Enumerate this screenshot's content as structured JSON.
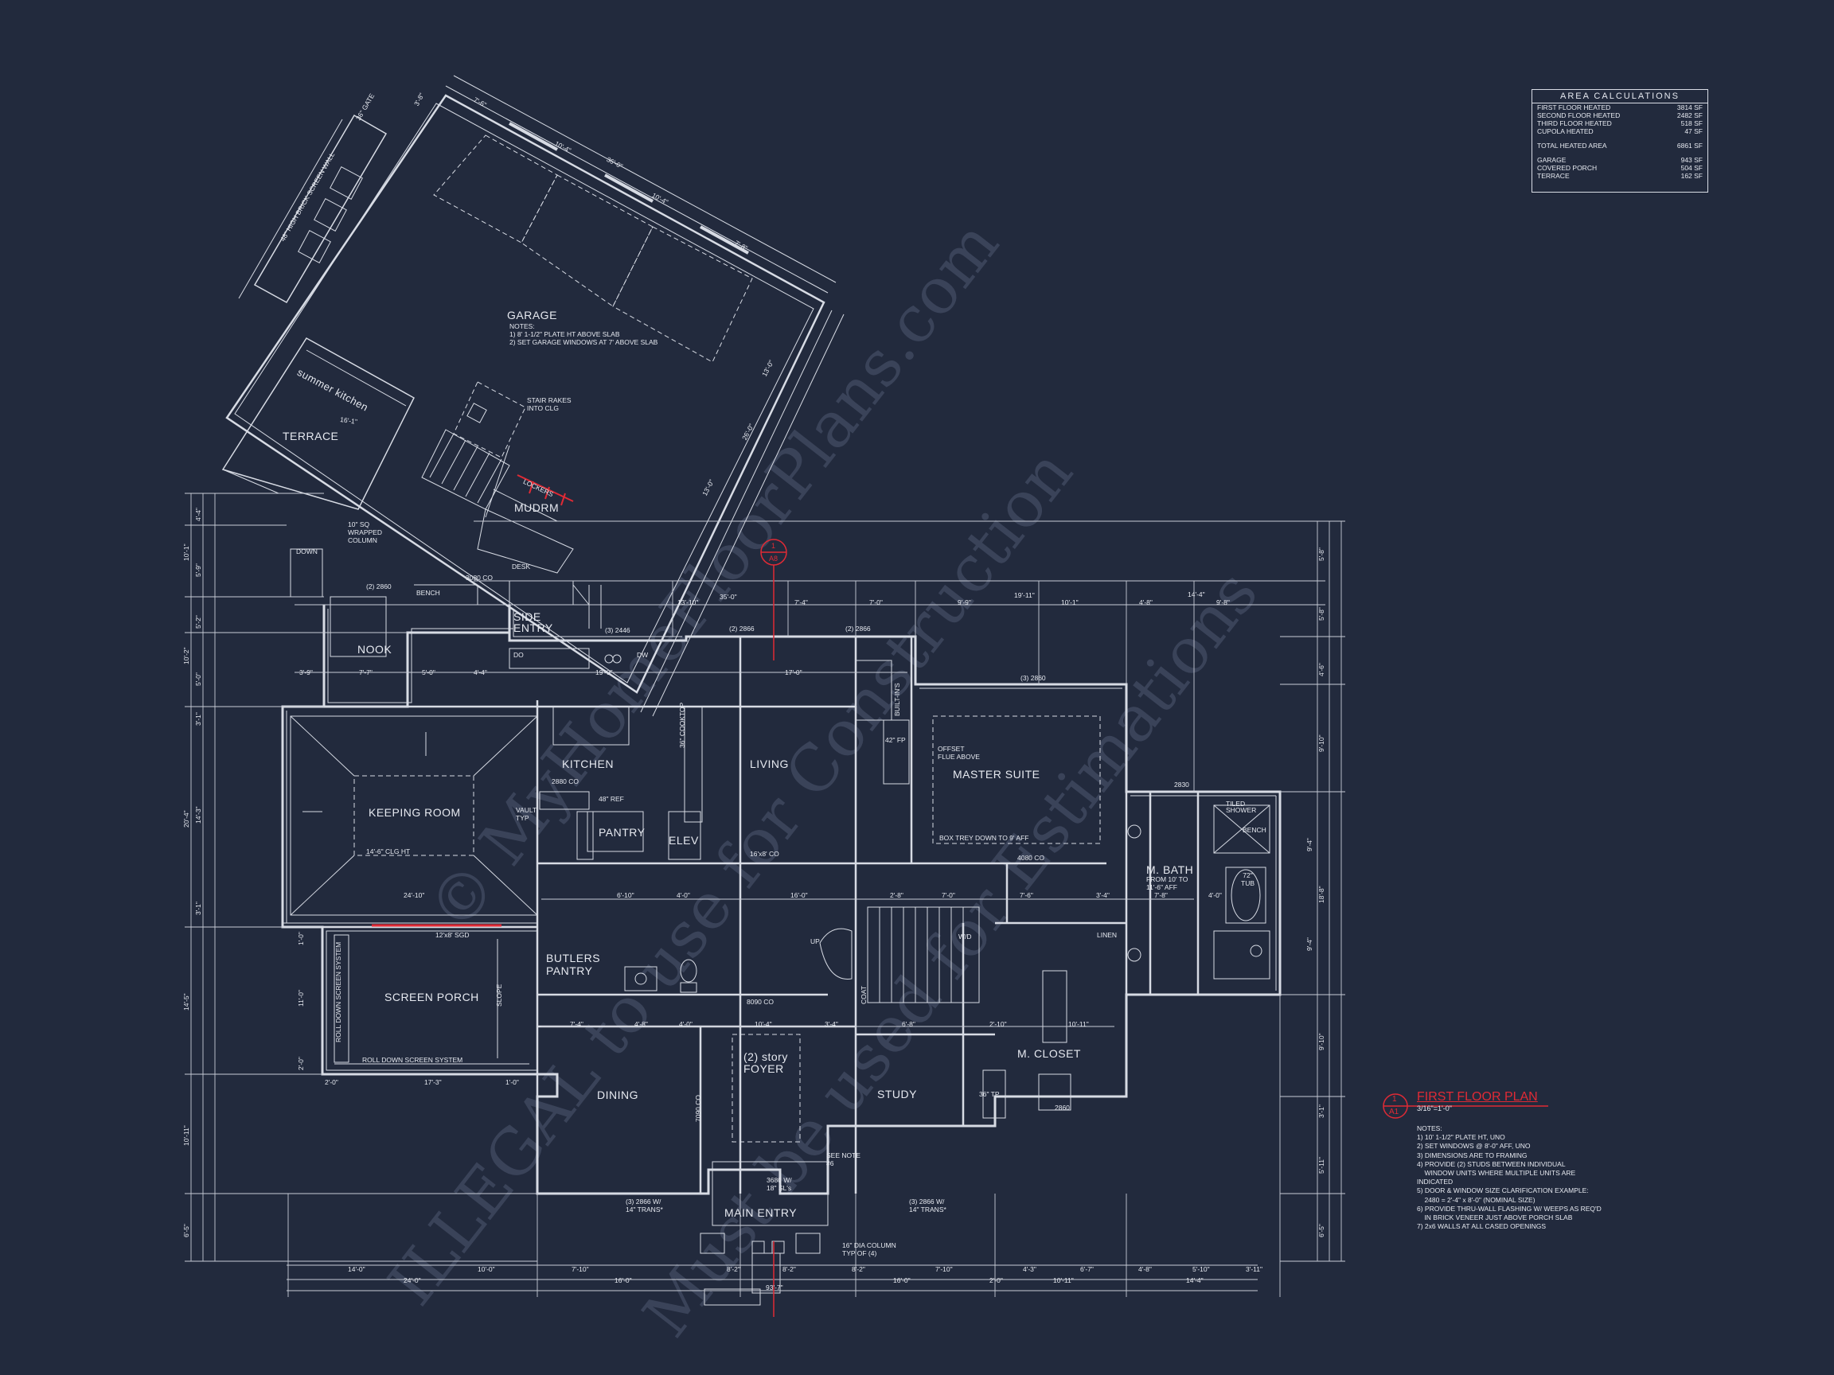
{
  "area_calculations": {
    "title": "AREA CALCULATIONS",
    "rows": [
      {
        "label": "FIRST FLOOR HEATED",
        "value": "3814 SF"
      },
      {
        "label": "SECOND FLOOR HEATED",
        "value": "2482 SF"
      },
      {
        "label": "THIRD FLOOR HEATED",
        "value": "518 SF"
      },
      {
        "label": "CUPOLA HEATED",
        "value": "47 SF"
      },
      {
        "label": "TOTAL HEATED AREA",
        "value": "6861 SF"
      },
      {
        "label": "GARAGE",
        "value": "943 SF"
      },
      {
        "label": "COVERED PORCH",
        "value": "504 SF"
      },
      {
        "label": "TERRACE",
        "value": "162 SF"
      }
    ]
  },
  "plan_title": {
    "tag_top": "1",
    "tag_bottom": "A1",
    "title": "FIRST FLOOR PLAN",
    "scale": "3/16\"=1'-0\""
  },
  "notes": {
    "header": "NOTES:",
    "lines": [
      "1) 10' 1-1/2\" PLATE HT, UNO",
      "2) SET WINDOWS @ 8'-0\" AFF, UNO",
      "3) DIMENSIONS ARE TO FRAMING",
      "4) PROVIDE (2) STUDS BETWEEN INDIVIDUAL",
      "    WINDOW UNITS WHERE MULTIPLE UNITS ARE",
      "INDICATED",
      "5) DOOR & WINDOW SIZE CLARIFICATION EXAMPLE:",
      "    2480 = 2'-4\" x 8'-0\" (NOMINAL SIZE)",
      "6) PROVIDE THRU-WALL FLASHING W/ WEEPS AS REQ'D",
      "    IN BRICK VENEER JUST ABOVE PORCH SLAB",
      "7) 2x6 WALLS AT ALL CASED OPENINGS"
    ]
  },
  "rooms": {
    "garage": "GARAGE",
    "garage_notes_1": "NOTES:",
    "garage_notes_2": "1) 8' 1-1/2\" PLATE HT ABOVE SLAB",
    "garage_notes_3": "2) SET GARAGE WINDOWS AT 7' ABOVE SLAB",
    "summer_kitchen": "summer kitchen",
    "terrace": "TERRACE",
    "mudrm": "MUDRM",
    "side_entry_1": "SIDE",
    "side_entry_2": "ENTRY",
    "nook": "NOOK",
    "kitchen": "KITCHEN",
    "keeping_room": "KEEPING ROOM",
    "living": "LIVING",
    "master_suite": "MASTER SUITE",
    "pantry": "PANTRY",
    "elev": "ELEV",
    "m_bath": "M. BATH",
    "screen_porch": "SCREEN PORCH",
    "butlers_pantry_1": "BUTLERS",
    "butlers_pantry_2": "PANTRY",
    "foyer_1": "(2) story",
    "foyer_2": "FOYER",
    "dining": "DINING",
    "study": "STUDY",
    "m_closet": "M. CLOSET",
    "main_entry": "MAIN ENTRY"
  },
  "labels": {
    "stair_rakes": "STAIR RAKES",
    "into_clg": "INTO CLG",
    "lockers": "LOCKERS",
    "desk": "DESK",
    "bench": "BENCH",
    "do": "DO",
    "dw": "DW",
    "cooktop": "36\" COOKTOP",
    "ref": "48\" REF",
    "vault": "VAULT",
    "typ": "TYP",
    "keeping_clg": "14'-6\" CLG HT",
    "offset_flue_1": "OFFSET",
    "offset_flue_2": "FLUE ABOVE",
    "box_trey": "BOX TREY DOWN TO 9' AFF",
    "built_ins": "BUILT-IN'S",
    "fp": "42\" FP",
    "tiled_shower_1": "TILED",
    "tiled_shower_2": "SHOWER",
    "bench2": "BENCH",
    "tub": "72\" TUB",
    "from_10": "FROM 10' TO",
    "to_11": "11'-6\" AFF",
    "linen": "LINEN",
    "sgd": "12'x8' SGD",
    "roll_down_h": "ROLL DOWN SCREEN SYSTEM",
    "roll_down_v": "ROLL DOWN SCREEN SYSTEM",
    "slope": "SLOPE",
    "up": "UP",
    "wd": "W/D",
    "coat": "COAT",
    "see_note_1": "SEE NOTE",
    "see_note_2": "#6",
    "entry_door": "3680 W/",
    "entry_sl": "18\" SL's",
    "window_left_1": "(3) 2866 W/",
    "window_left_2": "14\" TRANS*",
    "window_right_1": "(3) 2866 W/",
    "window_right_2": "14\" TRANS*",
    "dia_column_1": "16\" DIA COLUMN",
    "dia_column_2": "TYP OF (4)",
    "wrapped_col_1": "10\" SQ",
    "wrapped_col_2": "WRAPPED",
    "wrapped_col_3": "COLUMN",
    "down": "DOWN",
    "gate": "36\" GATE",
    "brick_wall": "48\" HIGH BRICK SCREEN WALL",
    "section_tag_top": "1",
    "section_tag_bottom": "A8",
    "seat": "36\" TP",
    "trans_16x8": "16'x8' CO",
    "co_8090": "8090 CO",
    "co_7090": "7090 CO",
    "co_4080": "4080 CO",
    "co_2880": "2880 CO",
    "co_3080": "3080 CO",
    "w_2866_top": "(2) 2866",
    "w_2866_top2": "(2) 2866",
    "w_2446": "(3) 2446",
    "w_2860_master": "(3) 2860",
    "w_2860_nook": "(2) 2860",
    "w_2830": "2830",
    "w_2860": "2860"
  },
  "dimensions": {
    "top": [
      "13'-10\"",
      "35'-0\"",
      "7'-4\"",
      "7'-0\"",
      "9'-9\"",
      "19'-11\"",
      "10'-1\"",
      "4'-8\"",
      "14'-4\"",
      "9'-8\""
    ],
    "row2": [
      "3'-9\"",
      "7'-7\"",
      "5'-0\"",
      "4'-4\"",
      "19'-0\"",
      "17'-0\""
    ],
    "mid": [
      "24'-10\"",
      "6'-10\"",
      "4'-0\"",
      "16'-0\"",
      "2'-8\"",
      "7'-0\"",
      "7'-6\"",
      "3'-4\"",
      "7'-8\"",
      "4'-0\""
    ],
    "foyer_row": [
      "7'-4\"",
      "4'-8\"",
      "4'-0\"",
      "10'-4\"",
      "3'-4\"",
      "6'-8\"",
      "2'-10\"",
      "10'-11\""
    ],
    "bottom1": [
      "14'-0\"",
      "10'-0\"",
      "7'-10\"",
      "8'-2\"",
      "8'-2\"",
      "8'-2\"",
      "7'-10\"",
      "4'-3\"",
      "6'-7\"",
      "4'-8\"",
      "5'-10\"",
      "3'-11\""
    ],
    "bottom2": [
      "24'-0\"",
      "16'-0\"",
      "16'-0\"",
      "2'-0\"",
      "10'-11\"",
      "14'-4\""
    ],
    "overall": "93'-7\"",
    "left": [
      "4'-4\"",
      "10'-1\"",
      "5'-9\"",
      "5'-2\"",
      "10'-2\"",
      "5'-0\"",
      "3'-1\"",
      "20'-4\"",
      "14'-3\"",
      "3'-1\"",
      "1'-0\"",
      "14'-5\"",
      "11'-0\"",
      "2'-0\"",
      "10'-11\"",
      "6'-5\""
    ],
    "right": [
      "5'-8\"",
      "5'-8\"",
      "4'-6\"",
      "9'-10\"",
      "9'-4\"",
      "18'-8\"",
      "9'-4\"",
      "9'-10\"",
      "3'-1\"",
      "5'-11\"",
      "6'-5\""
    ],
    "garage": [
      "7'-6\"",
      "10'-4\"",
      "36'-0\"",
      "10'-4\"",
      "7'-8\"",
      "13'-0\"",
      "26'-0\"",
      "13'-0\"",
      "3'-8\"",
      "16'-1\""
    ],
    "screen_porch": [
      "17'-3\"",
      "2'-0\"",
      "1'-0\""
    ]
  },
  "watermark": {
    "line1": "© MyHomeFloorPlans.com",
    "line2": "ILLEGAL to use for Construction",
    "line3": "Must be used for Estimations"
  }
}
